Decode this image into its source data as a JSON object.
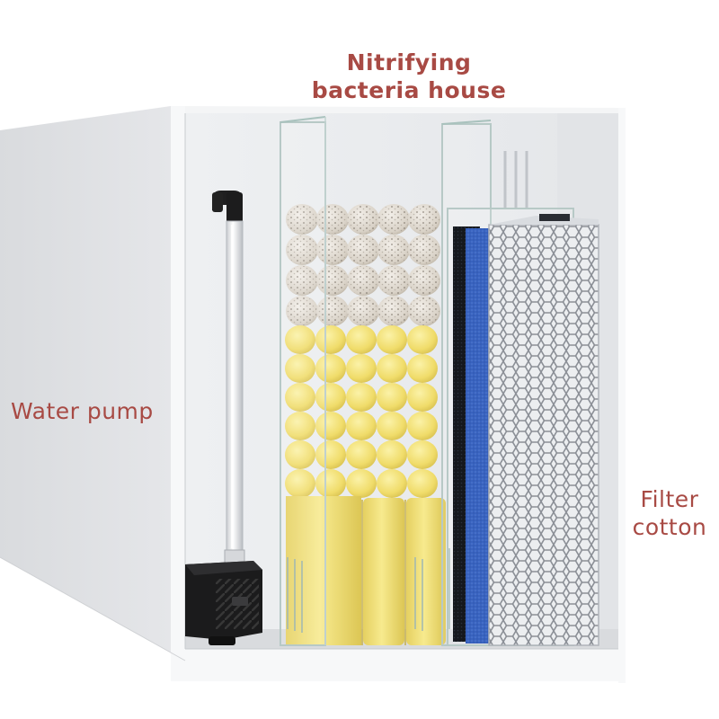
{
  "labels": {
    "nitrifying_line1": "Nitrifying",
    "nitrifying_line2": "bacteria house",
    "water_pump": "Water pump",
    "filter_line1": "Filter",
    "filter_line2": "cotton"
  },
  "colors": {
    "label_text": "#a84a44",
    "tank_wall": "#e8e9eb",
    "ceramic_ring": "#d8d2c8",
    "yellow_sponge": "#f3e27a",
    "blue_filter_cotton": "#3a66c4",
    "black_sponge": "#1a1d22",
    "pump_body": "#1c1c1c"
  },
  "icons": {
    "pump": "water-pump-icon",
    "pipe": "pump-outlet-pipe-icon"
  }
}
